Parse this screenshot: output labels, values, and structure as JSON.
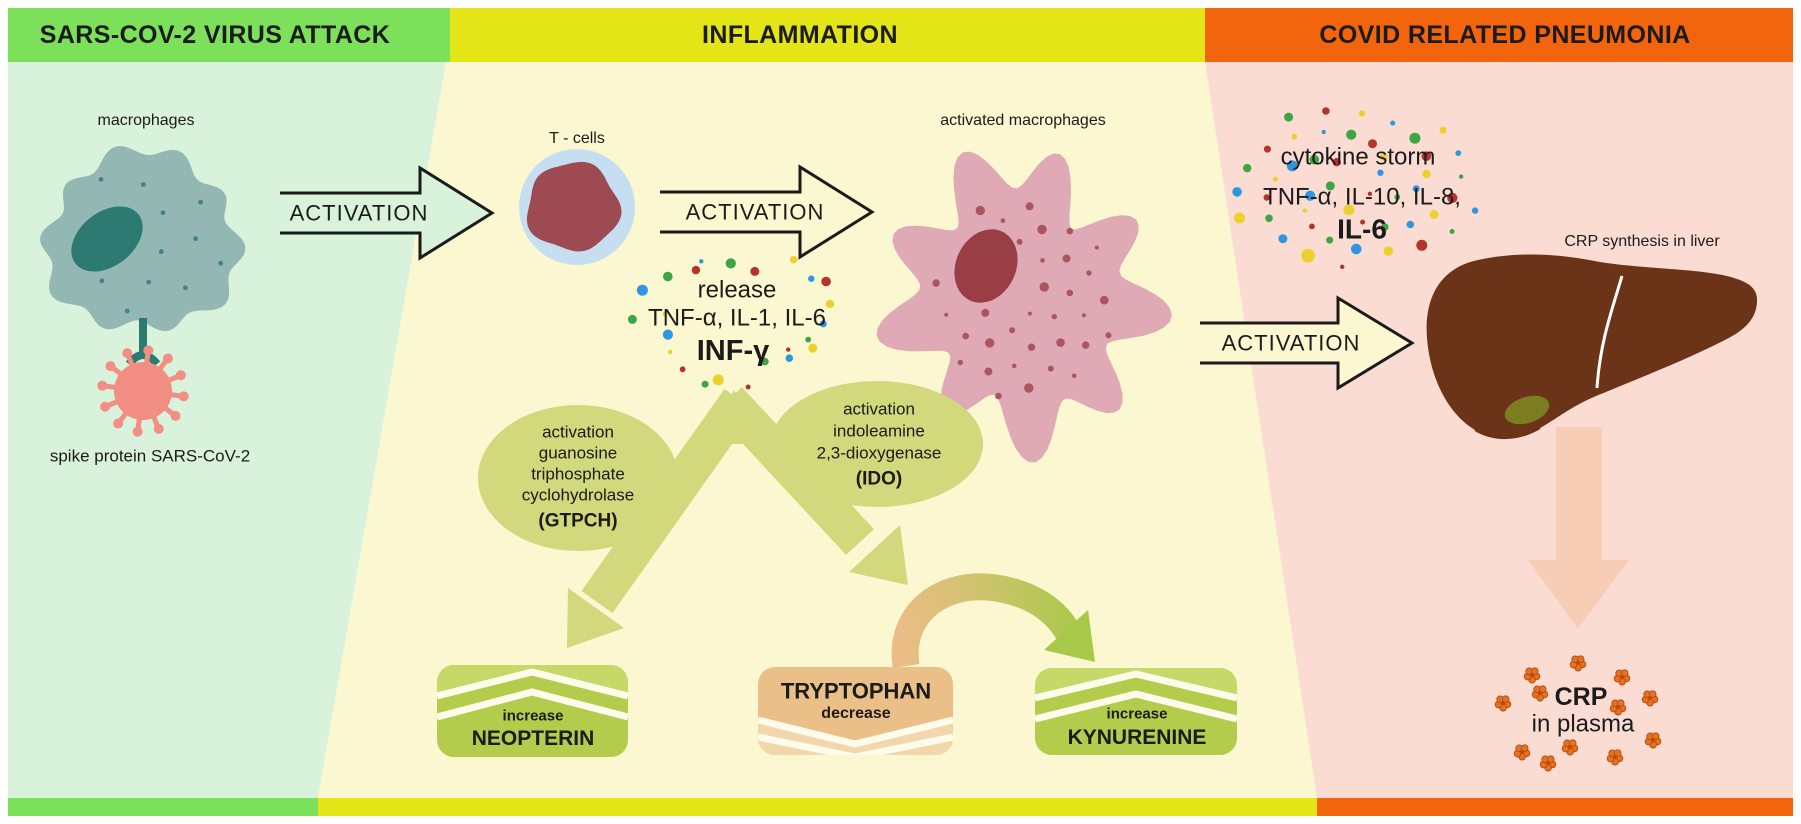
{
  "headers": [
    {
      "label": "SARS-COV-2 VIRUS ATTACK"
    },
    {
      "label": "INFLAMMATION"
    },
    {
      "label": "COVID RELATED PNEUMONIA"
    }
  ],
  "activation_label": "ACTIVATION",
  "virus_attack": {
    "macrophages_label": "macrophages",
    "spike_label": "spike protein SARS-CoV-2"
  },
  "inflammation": {
    "tcells_label": "T - cells",
    "activated_macrophages_label": "activated macrophages",
    "release": {
      "line1": "release",
      "line2": "TNF-α, IL-1, IL-6",
      "line3": "INF-γ"
    },
    "gtpch": {
      "lines": [
        "activation",
        "guanosine",
        "triphosphate",
        "cyclohydrolase"
      ],
      "abbr": "(GTPCH)"
    },
    "ido": {
      "lines": [
        "activation",
        "indoleamine",
        "2,3-dioxygenase"
      ],
      "abbr": "(IDO)"
    },
    "neopterin": {
      "top": "increase",
      "name": "NEOPTERIN"
    },
    "tryptophan": {
      "name": "TRYPTOPHAN",
      "bottom": "decrease"
    },
    "kynurenine": {
      "top": "increase",
      "name": "KYNURENINE"
    }
  },
  "pneumonia": {
    "cytokine": {
      "line1": "cytokine storm",
      "line2": "TNF-α, IL-10, IL-8,",
      "line3": "IL-6"
    },
    "liver_label": "CRP synthesis in liver",
    "crp": {
      "line1": "CRP",
      "line2": "in plasma"
    }
  },
  "colors": {
    "header_green": "#7de05a",
    "header_yellow": "#e3e516",
    "header_orange": "#f2650c",
    "panel_green": "#d9f2dc",
    "panel_yellow": "#fbf7d0",
    "panel_pink": "#fadcd3",
    "macrophage_body": "#93b8b3",
    "macrophage_nucleus": "#2c7a71",
    "macrophage_dot": "#41857c",
    "virus_pink": "#f28e84",
    "tcell_outer": "#c6dff0",
    "tcell_nucleus": "#9d4a52",
    "activated_body": "#dfaab6",
    "activated_nucleus": "#9a3e46",
    "activated_dot": "#aa5560",
    "olive": "#d2d87c",
    "badge_green": "#b3cc4c",
    "badge_green_light": "#c6d868",
    "badge_tan": "#eabf88",
    "badge_tan_light": "#f2d6ac",
    "arrow_tan": "#e9bd85",
    "arrow_green": "#a8c84a",
    "liver_brown": "#6b3317",
    "gallbladder": "#7c7c20",
    "peach": "#f8cdb5",
    "flower_orange": "#e8711f",
    "flower_dark": "#b34c12",
    "dot_red": "#b5342a",
    "dot_green": "#3da543",
    "dot_blue": "#2f97e0",
    "dot_yellow": "#ecd12e",
    "chevron_white": "#fdfbe9",
    "outline_black": "#1b1b1b"
  }
}
